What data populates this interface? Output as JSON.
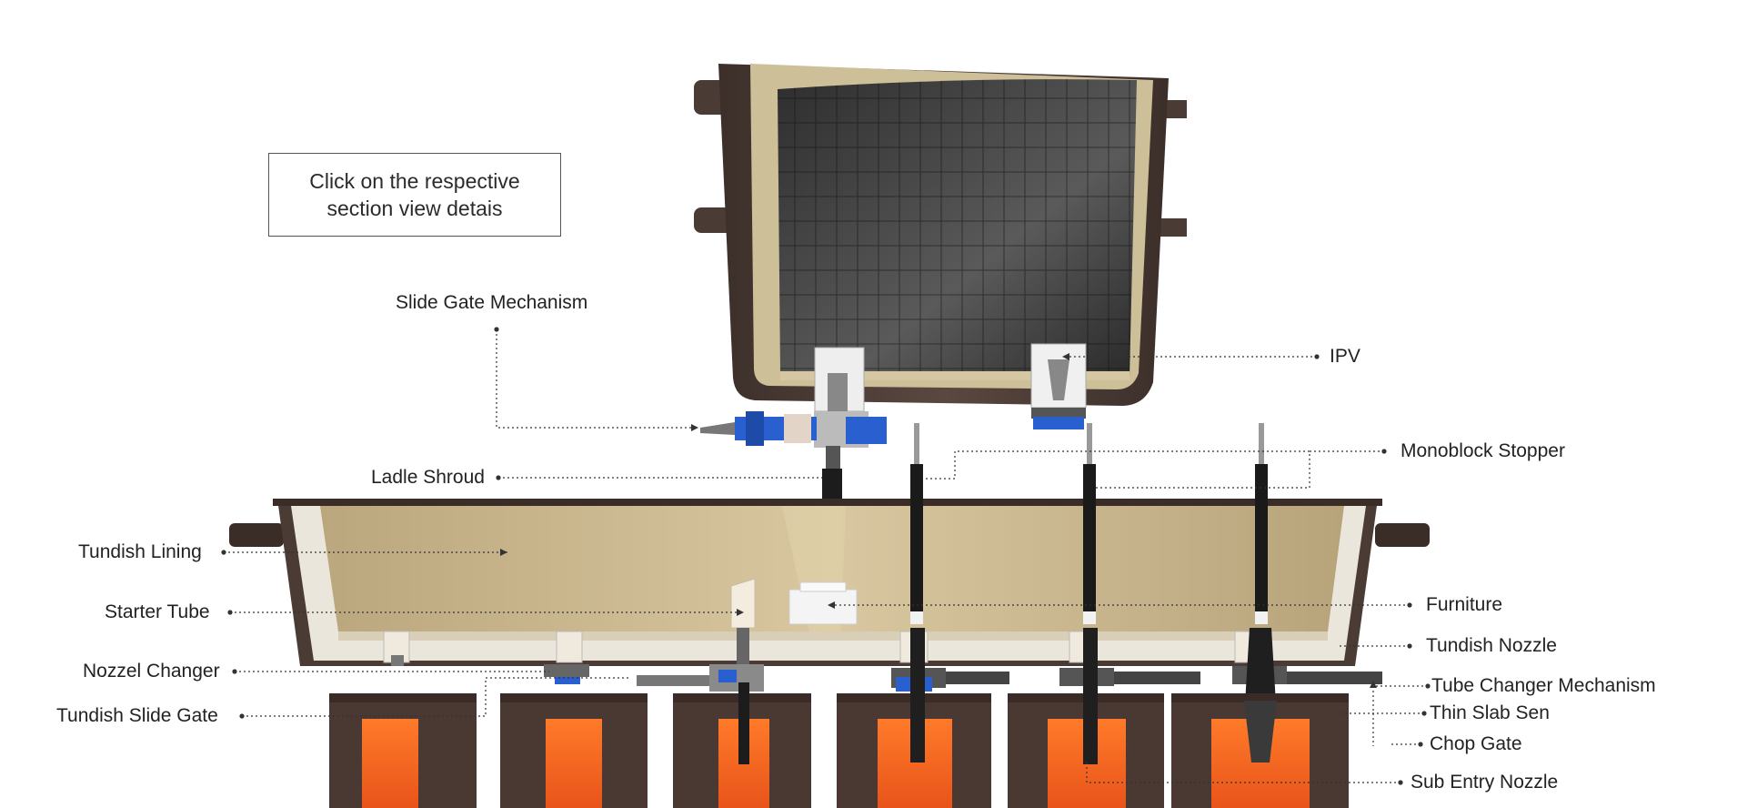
{
  "info_box": {
    "text": "Click on the respective section view detais"
  },
  "labels": {
    "slide_gate_mechanism": "Slide Gate Mechanism",
    "ipv": "IPV",
    "monoblock_stopper": "Monoblock Stopper",
    "ladle_shroud": "Ladle Shroud",
    "tundish_lining": "Tundish Lining",
    "starter_tube": "Starter Tube",
    "furniture": "Furniture",
    "tundish_nozzle": "Tundish Nozzle",
    "nozzel_changer": "Nozzel Changer",
    "tube_changer_mechanism": "Tube Changer Mechanism",
    "tundish_slide_gate": "Tundish Slide Gate",
    "thin_slab_sen": "Thin Slab Sen",
    "chop_gate": "Chop Gate",
    "sub_entry_nozzle": "Sub Entry Nozzle"
  },
  "colors": {
    "ladle_shell": "#4a3b35",
    "lining": "#cdbf98",
    "bricks": "#3a3a3a",
    "tundish_refractory": "#c9b48c",
    "mould_shell": "#4a3832",
    "molten_steel": "#ff6a1a",
    "mechanism_blue": "#2a5fd0",
    "leader_line": "#333333"
  }
}
